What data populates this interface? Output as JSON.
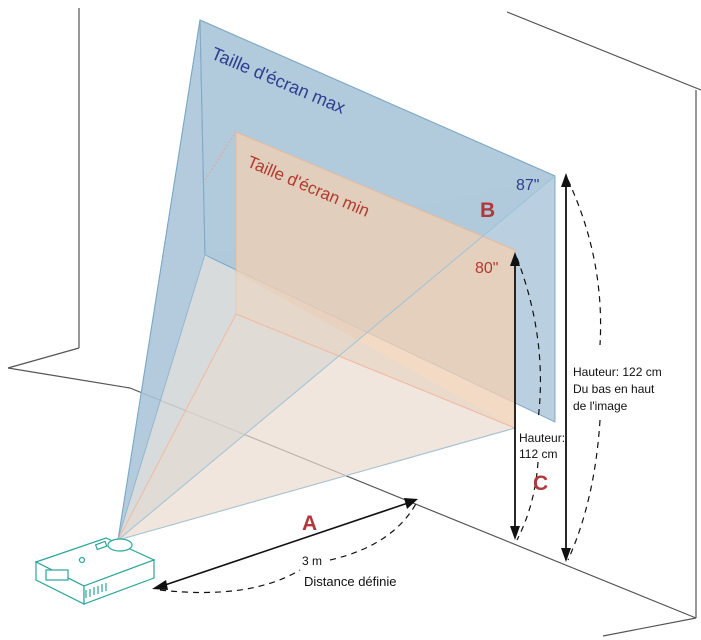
{
  "labels": {
    "max_screen": "Taille d'écran max",
    "min_screen": "Taille d'écran min",
    "size_max": "87\"",
    "size_min": "80\"",
    "marker_a": "A",
    "marker_b": "B",
    "marker_c": "C",
    "distance_value": "3 m",
    "distance_caption": "Distance définie",
    "height_min_line1": "Hauteur:",
    "height_min_line2": "112 cm",
    "height_max_line1": "Hauteur: 122 cm",
    "height_max_line2": "Du bas en haut",
    "height_max_line3": "de l'image"
  },
  "colors": {
    "max_screen_text": "#2e3f8f",
    "min_screen_text": "#b23a2e",
    "marker": "#b0383a",
    "max_screen_fill": "#a9c4d8",
    "min_screen_fill": "#f0cfb4",
    "wall_line": "#555555",
    "projector": "#2aa59a"
  }
}
